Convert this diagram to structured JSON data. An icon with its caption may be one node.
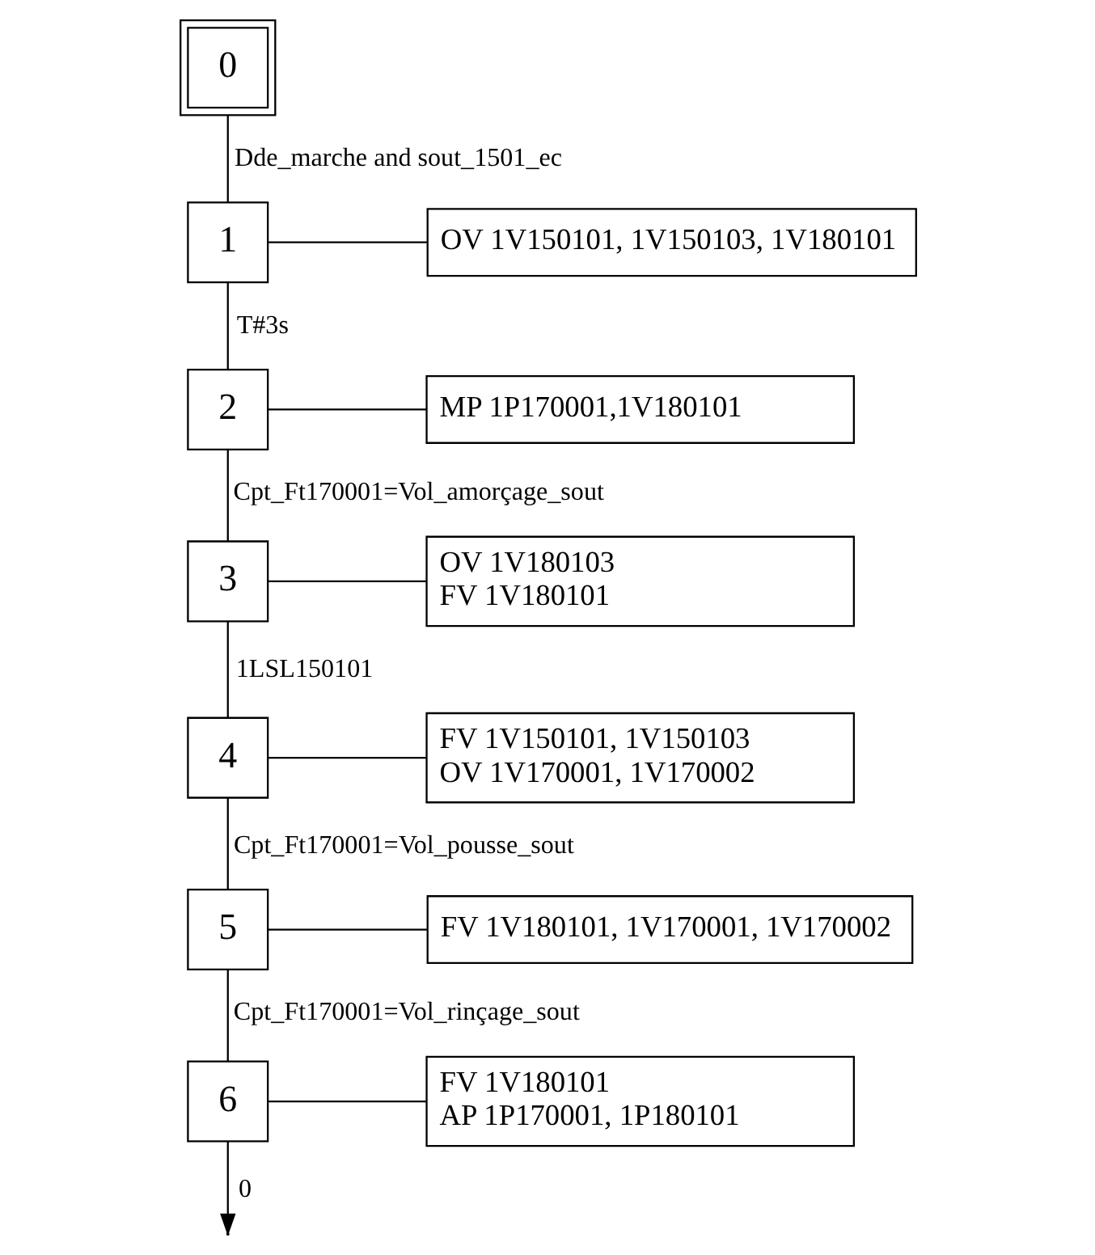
{
  "diagram": {
    "nodes": [
      {
        "text": [
          "0"
        ]
      },
      {
        "text": [
          "1"
        ]
      },
      {
        "text": [
          "OV 1V150101, 1V150103, 1V180101"
        ]
      },
      {
        "text": [
          "2"
        ]
      },
      {
        "text": [
          "MP 1P170001,1V180101"
        ]
      },
      {
        "text": [
          "3"
        ]
      },
      {
        "text": [
          "OV 1V180103",
          "FV 1V180101"
        ]
      },
      {
        "text": [
          "4"
        ]
      },
      {
        "text": [
          "FV 1V150101, 1V150103",
          "OV 1V170001, 1V170002"
        ]
      },
      {
        "text": [
          "5"
        ]
      },
      {
        "text": [
          "FV 1V180101, 1V170001, 1V170002"
        ]
      },
      {
        "text": [
          "6"
        ]
      },
      {
        "text": [
          "FV 1V180101",
          "AP 1P170001, 1P180101"
        ]
      }
    ],
    "edges": [
      {
        "from": 0,
        "to": 1,
        "arrow": "none",
        "label": "Dde_marche and sout_1501_ec"
      },
      {
        "from": 1,
        "to": 2,
        "arrow": "none"
      },
      {
        "from": 1,
        "to": 3,
        "arrow": "none",
        "label": "T#3s"
      },
      {
        "from": 3,
        "to": 4,
        "arrow": "none"
      },
      {
        "from": 3,
        "to": 5,
        "arrow": "none",
        "label": "Cpt_Ft170001=Vol_amorçage_sout"
      },
      {
        "from": 5,
        "to": 6,
        "arrow": "none"
      },
      {
        "from": 5,
        "to": 7,
        "arrow": "none",
        "label": "1LSL150101"
      },
      {
        "from": 7,
        "to": 8,
        "arrow": "none"
      },
      {
        "from": 7,
        "to": 9,
        "arrow": "none",
        "label": "Cpt_Ft170001=Vol_pousse_sout"
      },
      {
        "from": 9,
        "to": 10,
        "arrow": "none"
      },
      {
        "from": 9,
        "to": 11,
        "arrow": "none",
        "label": "Cpt_Ft170001=Vol_rinçage_sout"
      },
      {
        "from": 11,
        "to": 12,
        "arrow": "none"
      },
      {
        "from": 11,
        "to": null,
        "arrow": "to",
        "label": "0"
      }
    ]
  }
}
